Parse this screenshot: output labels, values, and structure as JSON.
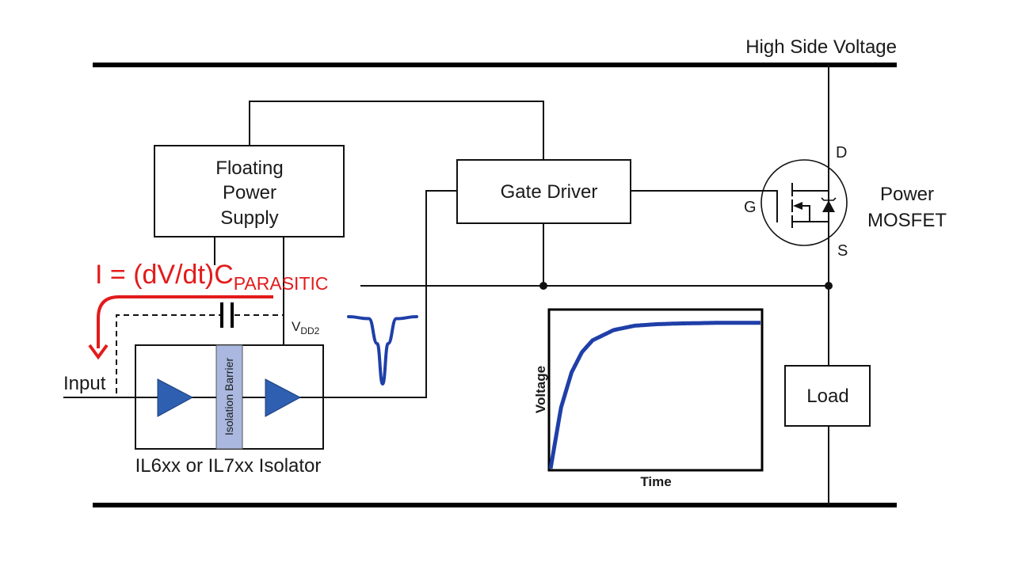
{
  "title": "High-side gate drive with isolator: dv/dt parasitic coupling",
  "rails": {
    "high_side_label": "High Side Voltage"
  },
  "blocks": {
    "floating_supply": [
      "Floating",
      "Power",
      "Supply"
    ],
    "gate_driver": "Gate Driver",
    "load": "Load",
    "isolator_label": "IL6xx or IL7xx Isolator",
    "isolation_barrier": "Isolation Barrier"
  },
  "mosfet": {
    "name_line1": "Power",
    "name_line2": "MOSFET",
    "pin_d": "D",
    "pin_g": "G",
    "pin_s": "S"
  },
  "labels": {
    "input": "Input",
    "vdd_main": "V",
    "vdd_sub": "DD2"
  },
  "equation": {
    "main": "I = (dV/dt)C",
    "subscript": "PARASITIC",
    "color": "#e31b1b"
  },
  "colors": {
    "amplifier": "#2e5fb0",
    "barrier": "#aab8e0",
    "curve": "#1f3fa8",
    "current_arrow": "#e31b1b"
  },
  "chart_data": {
    "type": "line",
    "title": "",
    "xlabel": "Time",
    "ylabel": "Voltage",
    "description": "Exponential rise toward a plateau (RC charging shape), no tick marks",
    "x": [
      0,
      0.05,
      0.1,
      0.15,
      0.2,
      0.3,
      0.4,
      0.5,
      0.6,
      0.8,
      1.0
    ],
    "series": [
      {
        "name": "Voltage",
        "values": [
          0,
          0.42,
          0.66,
          0.8,
          0.88,
          0.95,
          0.98,
          0.99,
          0.995,
          1.0,
          1.0
        ]
      }
    ],
    "xlim": [
      0,
      1
    ],
    "ylim": [
      0,
      1.08
    ],
    "grid": false
  },
  "glitch_waveform": {
    "description": "Negative-going narrow spike on the isolator output",
    "x": [
      0,
      0.3,
      0.42,
      0.5,
      0.58,
      0.7,
      1.0
    ],
    "values": [
      1.0,
      0.97,
      0.6,
      0.0,
      0.6,
      0.97,
      1.0
    ]
  }
}
